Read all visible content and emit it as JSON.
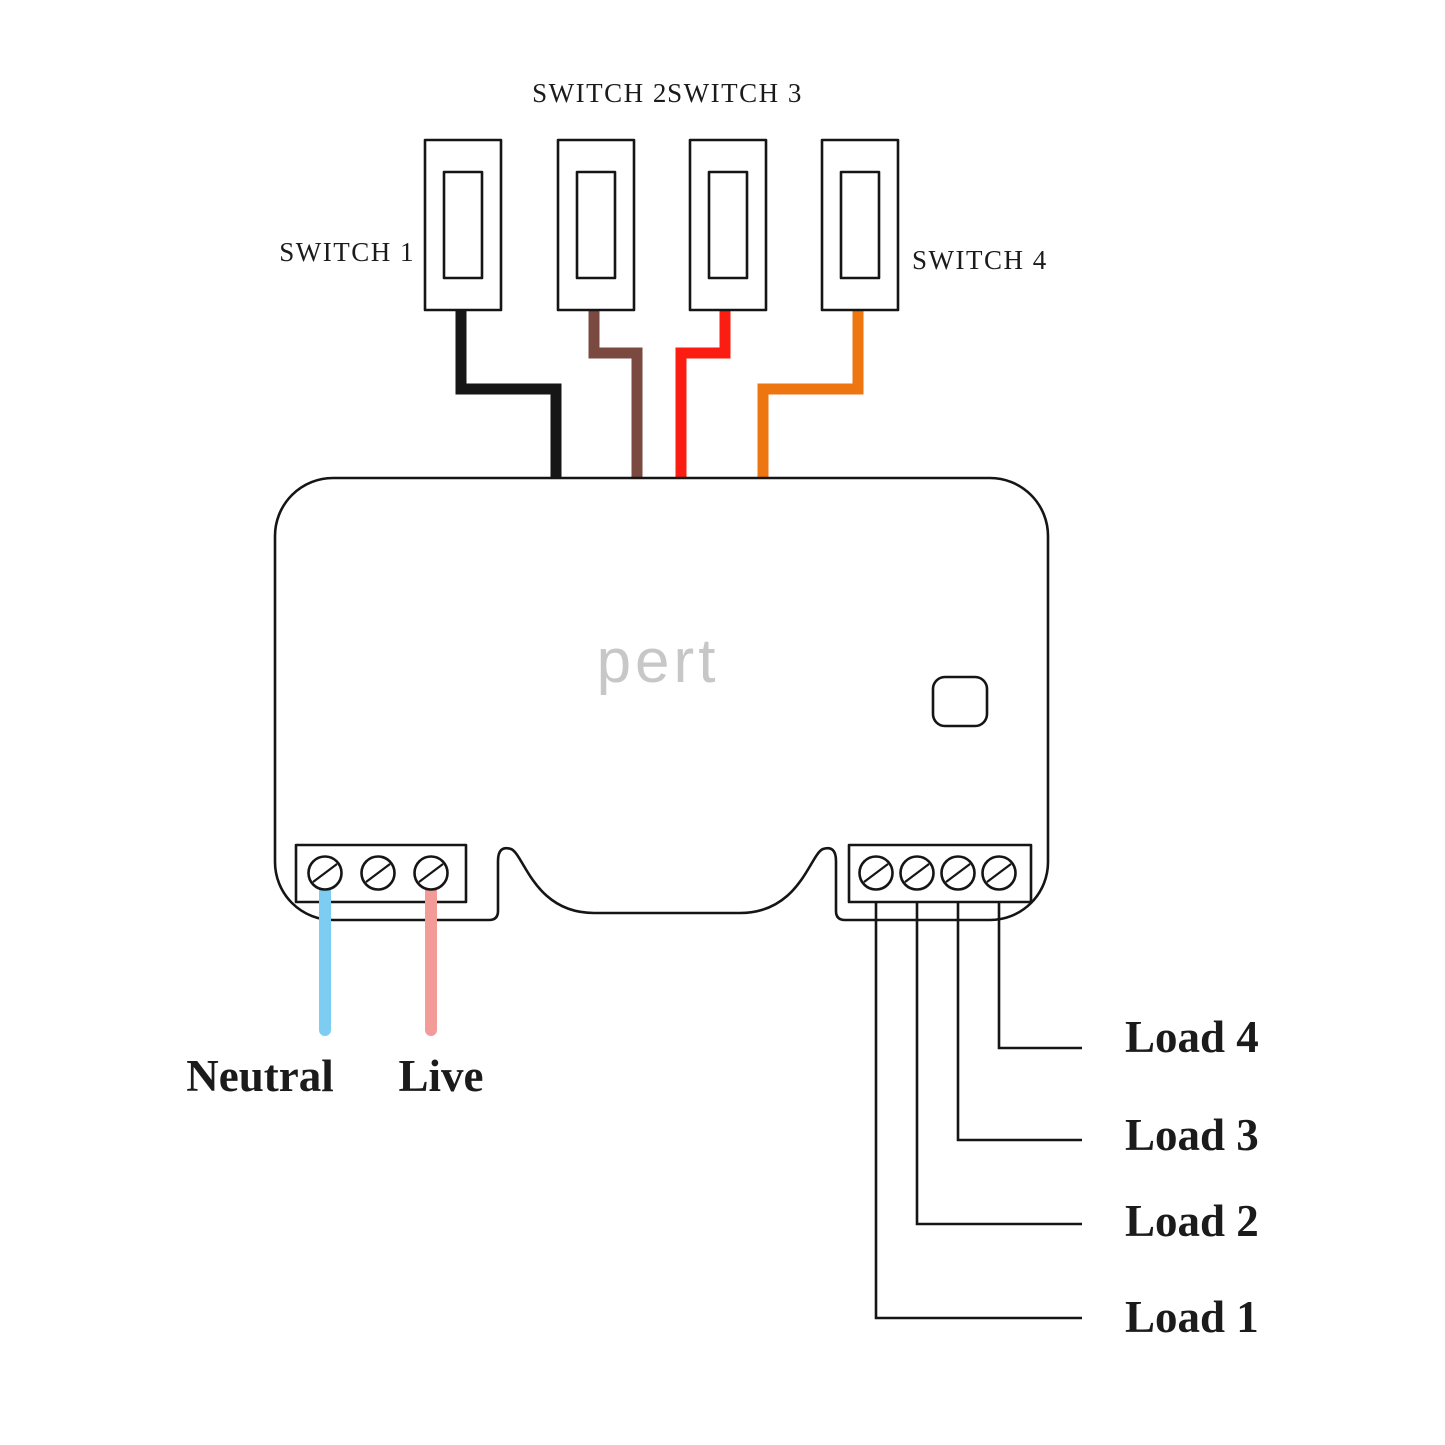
{
  "diagram": {
    "brand": "pert",
    "switches": [
      {
        "label": "SWITCH 1"
      },
      {
        "label": "SWITCH 2"
      },
      {
        "label": "SWITCH 3"
      },
      {
        "label": "SWITCH 4"
      }
    ],
    "power": {
      "neutral": "Neutral",
      "live": "Live"
    },
    "loads": [
      {
        "label": "Load 1"
      },
      {
        "label": "Load 2"
      },
      {
        "label": "Load 3"
      },
      {
        "label": "Load 4"
      }
    ],
    "colors": {
      "switch1_wire": "#161616",
      "switch2_wire": "#7a4a41",
      "switch3_wire": "#fc1d12",
      "switch4_wire": "#ee7611",
      "neutral_wire": "#7dcdf2",
      "live_wire": "#f39b99",
      "outline": "#151515",
      "brand_text": "#c7c7c7"
    }
  }
}
